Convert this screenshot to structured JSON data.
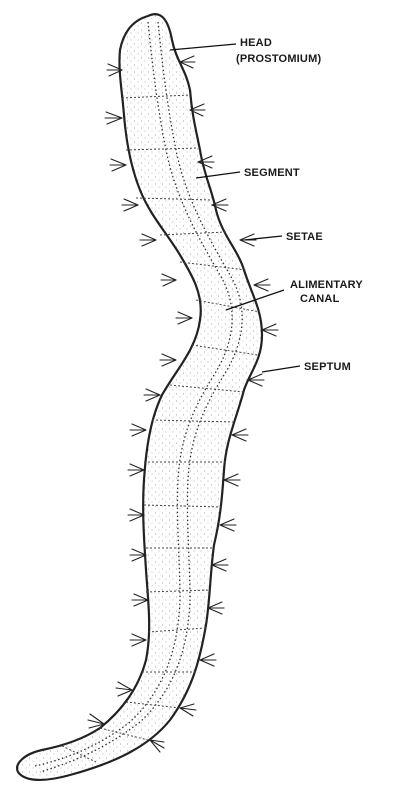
{
  "labels": {
    "head": "HEAD",
    "prostomium": "(PROSTOMIUM)",
    "segment": "SEGMENT",
    "setae": "SETAE",
    "alimentary_line1": "ALIMENTARY",
    "alimentary_line2": "CANAL",
    "septum": "SEPTUM"
  },
  "colors": {
    "ink": "#222222",
    "background": "#ffffff"
  }
}
